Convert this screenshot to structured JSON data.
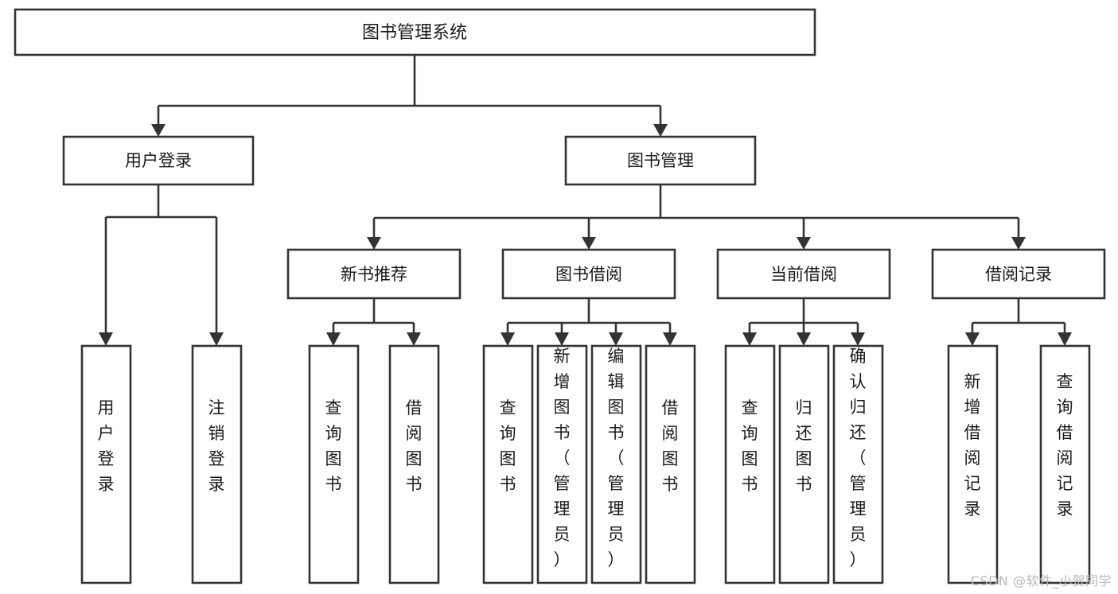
{
  "diagram": {
    "type": "tree",
    "title": "图书管理系统",
    "watermark": "CSDN @软件_小贺同学",
    "colors": {
      "stroke": "#333333",
      "fill": "#ffffff",
      "text": "#1a1a1a",
      "watermark": "#b8b8b8"
    },
    "nodes": {
      "root": {
        "label": "图书管理系统"
      },
      "level2": [
        {
          "id": "user-login",
          "label": "用户登录"
        },
        {
          "id": "book-manage",
          "label": "图书管理"
        }
      ],
      "level3": [
        {
          "id": "new-book-recommend",
          "label": "新书推荐"
        },
        {
          "id": "book-borrow",
          "label": "图书借阅"
        },
        {
          "id": "current-borrow",
          "label": "当前借阅"
        },
        {
          "id": "borrow-record",
          "label": "借阅记录"
        }
      ],
      "leaves": {
        "user-login": [
          {
            "id": "leaf-user-login",
            "label": "用户登录"
          },
          {
            "id": "leaf-logout-login",
            "label": "注销登录"
          }
        ],
        "new-book-recommend": [
          {
            "id": "leaf-query-book-1",
            "label": "查询图书"
          },
          {
            "id": "leaf-borrow-book-1",
            "label": "借阅图书"
          }
        ],
        "book-borrow": [
          {
            "id": "leaf-query-book-2",
            "label": "查询图书"
          },
          {
            "id": "leaf-add-book-admin",
            "label": "新增图书（管理员）"
          },
          {
            "id": "leaf-edit-book-admin",
            "label": "编辑图书（管理员）"
          },
          {
            "id": "leaf-borrow-book-2",
            "label": "借阅图书"
          }
        ],
        "current-borrow": [
          {
            "id": "leaf-query-book-3",
            "label": "查询图书"
          },
          {
            "id": "leaf-return-book",
            "label": "归还图书"
          },
          {
            "id": "leaf-confirm-return-admin",
            "label": "确认归还（管理员）"
          }
        ],
        "borrow-record": [
          {
            "id": "leaf-add-borrow-record",
            "label": "新增借阅记录"
          },
          {
            "id": "leaf-query-borrow-record",
            "label": "查询借阅记录"
          }
        ]
      }
    }
  }
}
